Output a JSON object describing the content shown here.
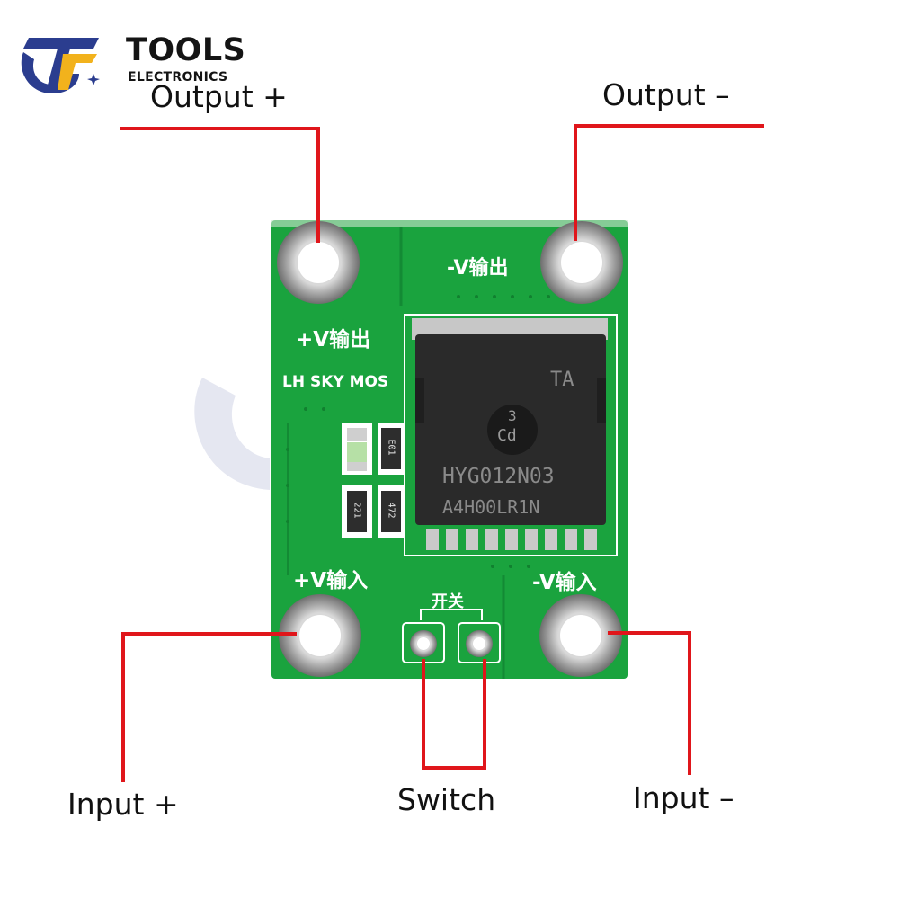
{
  "brand": {
    "name": "TOOLS",
    "subtitle": "ELECTRONICS",
    "colors": {
      "navy": "#2b3d8f",
      "yellow": "#f2b21c"
    }
  },
  "callouts": {
    "output_plus": "Output +",
    "output_minus": "Output –",
    "input_plus": "Input +",
    "switch": "Switch",
    "input_minus": "Input –"
  },
  "board": {
    "silkscreen": {
      "pos_out": "+V输出",
      "neg_out": "-V输出",
      "model": "LH SKY MOS",
      "pos_in": "+V输入",
      "neg_in": "-V输入",
      "switch": "开关"
    },
    "chip": {
      "line1": "TA",
      "logo_top": "3",
      "logo_bottom": "Cd",
      "part": "HYG012N03",
      "lot": "A4H00LR1N"
    },
    "resistors": {
      "r1": "E01",
      "r2": "221",
      "r3": "472"
    }
  },
  "colors": {
    "pcb": "#1aa33e",
    "pcb_dark": "#138a34",
    "callout_line": "#e0161b",
    "pad_metal": "#b7b7b7"
  }
}
